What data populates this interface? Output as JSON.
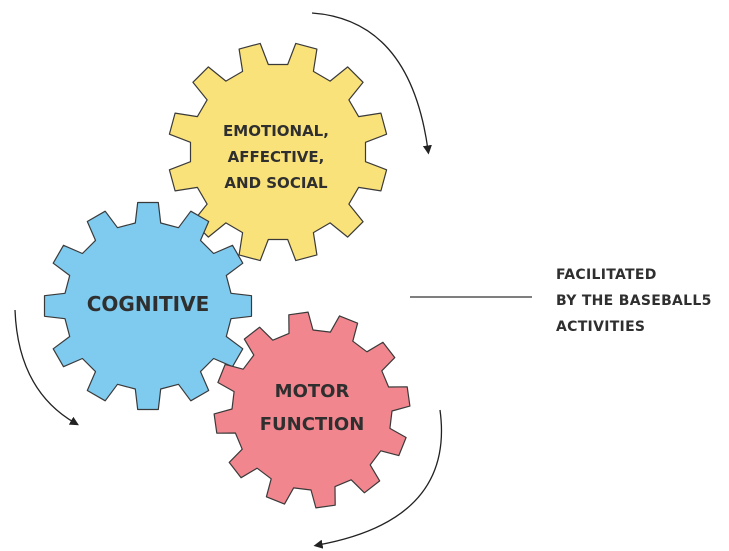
{
  "gears": {
    "emotional": {
      "lines": [
        "EMOTIONAL,",
        "AFFECTIVE,",
        "AND SOCIAL"
      ],
      "color": "#fae27a"
    },
    "cognitive": {
      "lines": [
        "COGNITIVE"
      ],
      "color": "#7fcbef"
    },
    "motor": {
      "lines": [
        "MOTOR",
        "FUNCTION"
      ],
      "color": "#f2868f"
    }
  },
  "side_label": {
    "lines": [
      "FACILITATED",
      "BY THE BASEBALL5",
      "ACTIVITIES"
    ]
  },
  "colors": {
    "outline": "#3a3a3a",
    "text": "#2f2f2f",
    "arrow": "#222222"
  }
}
